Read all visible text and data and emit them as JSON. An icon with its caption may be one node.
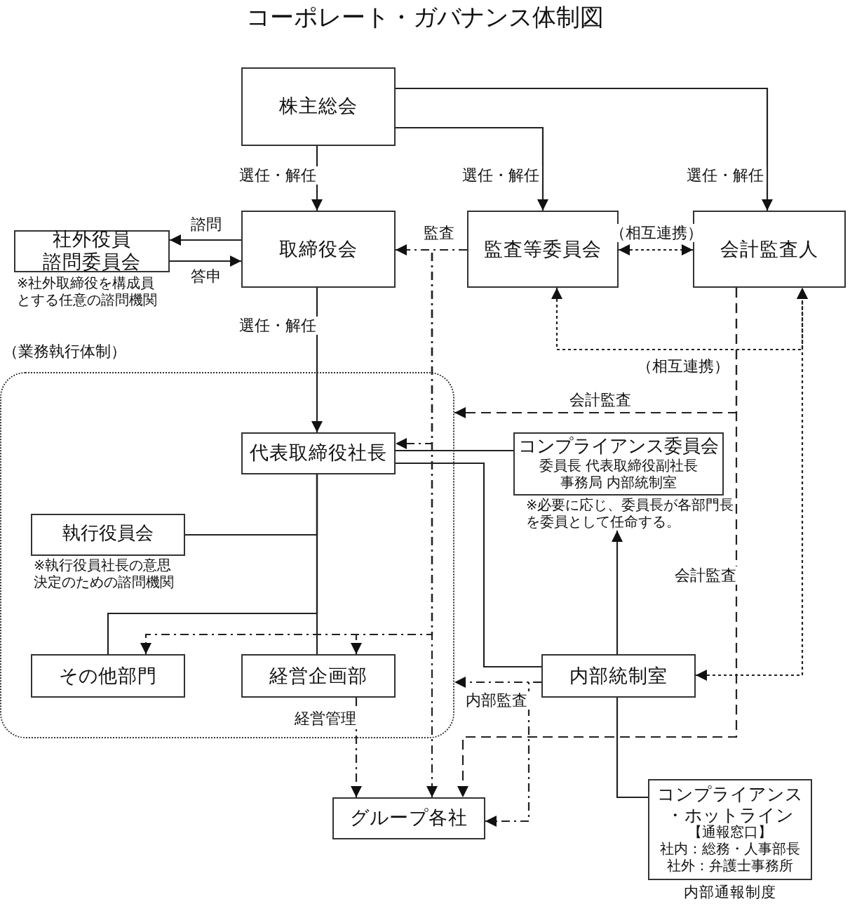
{
  "diagram": {
    "title": "コーポレート・ガバナンス体制図",
    "nodes": [
      {
        "text": [
          "株主総会"
        ]
      },
      {
        "text": [
          "取締役会"
        ]
      },
      {
        "text": [
          "監査等委員会"
        ]
      },
      {
        "text": [
          "会計監査人"
        ]
      },
      {
        "text": [
          "社外役員",
          "諮問委員会"
        ],
        "beside": [
          "※社外取締役を構成員とする任意の諮問機関"
        ]
      },
      {
        "text": [
          "（業務執行体制）"
        ]
      },
      {
        "text": [
          "代表取締役社長"
        ],
        "in": 5
      },
      {
        "text": [
          "コンプライアンス委員会",
          "委員長 代表取締役副社長",
          "事務局 内部統制室"
        ],
        "beside": [
          "※必要に応じ、委員長が各部門長を委員として任命する。"
        ]
      },
      {
        "text": [
          "執行役員会"
        ],
        "in": 5,
        "beside": [
          "※執行役員社長の意思決定のための諮問機関"
        ]
      },
      {
        "text": [
          "その他部門"
        ],
        "in": 5
      },
      {
        "text": [
          "経営企画部"
        ],
        "in": 5
      },
      {
        "text": [
          "内部統制室"
        ]
      },
      {
        "text": [
          "グループ各社"
        ]
      },
      {
        "text": [
          "コンプライアンス・ホットライン",
          "【通報窓口】",
          "社内：総務・人事部長",
          "社外：弁護士事務所"
        ],
        "beside": [
          "内部通報制度"
        ]
      }
    ],
    "edges": [
      {
        "from": 0,
        "to": 1,
        "arrow": "to",
        "label": "選任・解任"
      },
      {
        "from": 0,
        "to": 2,
        "arrow": "to",
        "label": "選任・解任"
      },
      {
        "from": 0,
        "to": 3,
        "arrow": "to",
        "label": "選任・解任"
      },
      {
        "from": 1,
        "to": 4,
        "arrow": "to",
        "label": "諮問"
      },
      {
        "from": 4,
        "to": 1,
        "arrow": "to",
        "label": "答申"
      },
      {
        "from": 2,
        "to": 1,
        "arrow": "to",
        "label": "監査",
        "style": "dashed"
      },
      {
        "from": 2,
        "to": 6,
        "arrow": "to",
        "style": "dashed"
      },
      {
        "from": 2,
        "to": 9,
        "arrow": "to",
        "style": "dashed"
      },
      {
        "from": 2,
        "to": 10,
        "arrow": "to",
        "style": "dashed"
      },
      {
        "from": 2,
        "to": 12,
        "arrow": "to",
        "style": "dashed"
      },
      {
        "from": 2,
        "to": 3,
        "arrow": "both",
        "label": "（相互連携）",
        "style": "dashed"
      },
      {
        "from": 2,
        "to": 3,
        "arrow": "both",
        "label": "（相互連携）",
        "style": "dashed"
      },
      {
        "from": 11,
        "to": 3,
        "arrow": "both",
        "style": "dashed"
      },
      {
        "from": 3,
        "to": 5,
        "arrow": "to",
        "label": "会計監査",
        "style": "dashed"
      },
      {
        "from": 3,
        "to": 12,
        "arrow": "to",
        "label": "会計監査",
        "style": "dashed"
      },
      {
        "from": 1,
        "to": 6,
        "arrow": "to",
        "label": "選任・解任"
      },
      {
        "from": 6,
        "to": 8,
        "arrow": "none"
      },
      {
        "from": 6,
        "to": 9,
        "arrow": "none"
      },
      {
        "from": 6,
        "to": 10,
        "arrow": "none"
      },
      {
        "from": 7,
        "to": 6,
        "arrow": "none"
      },
      {
        "from": 6,
        "to": 11,
        "arrow": "none"
      },
      {
        "from": 11,
        "to": 7,
        "arrow": "to"
      },
      {
        "from": 11,
        "to": 13,
        "arrow": "none"
      },
      {
        "from": 11,
        "to": 5,
        "arrow": "to",
        "label": "内部監査",
        "style": "dashed"
      },
      {
        "from": 11,
        "to": 12,
        "arrow": "to",
        "style": "dashed"
      },
      {
        "from": 10,
        "to": 12,
        "arrow": "to",
        "label": "経営管理",
        "style": "dashed"
      }
    ]
  }
}
